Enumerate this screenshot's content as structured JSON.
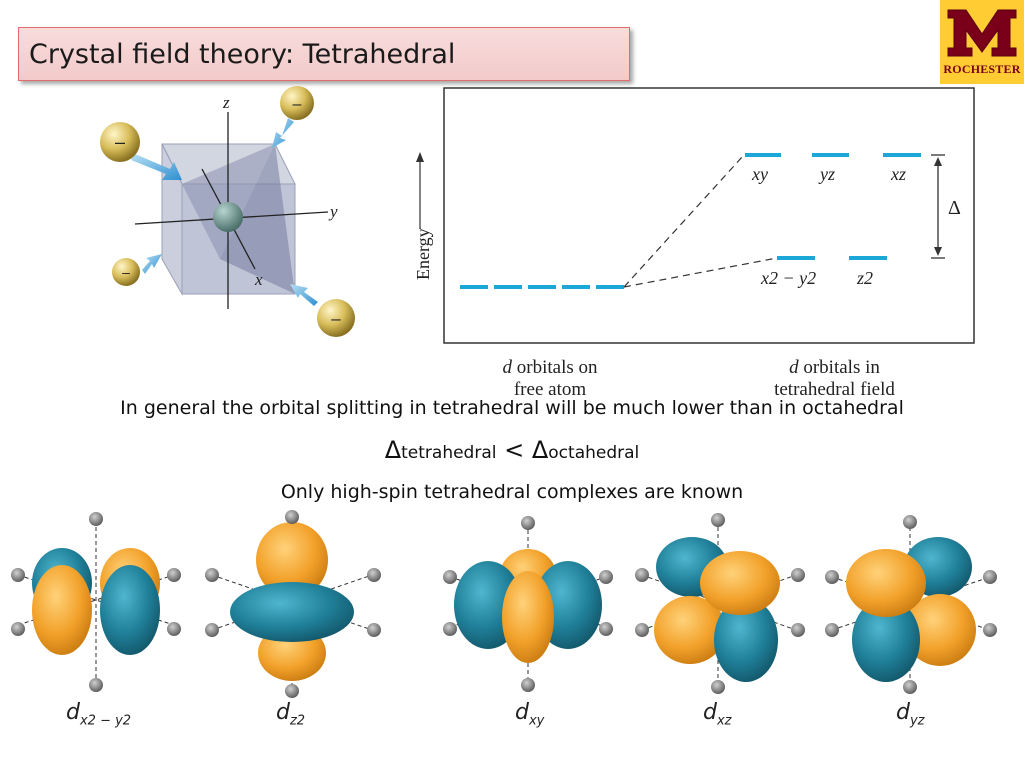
{
  "title": "Crystal field theory: Tetrahedral",
  "logo": {
    "text": "ROCHESTER",
    "brand_color": "#7a0019",
    "bg_color": "#ffcc33"
  },
  "tetrahedron": {
    "axis_z": "z",
    "axis_y": "y",
    "axis_x": "x",
    "ligand_charge": "–"
  },
  "energy_diagram": {
    "energy_label": "Energy",
    "upper_levels": [
      "xy",
      "yz",
      "xz"
    ],
    "lower_levels": [
      "x2 − y2",
      "z2"
    ],
    "delta": "Δ",
    "caption_left_d": "d",
    "caption_left_rest": " orbitals on",
    "caption_left_line2": "free atom",
    "caption_right_d": "d",
    "caption_right_rest": " orbitals in",
    "caption_right_line2": "tetrahedral field",
    "level_color": "#1ba7d8"
  },
  "text": {
    "line1": "In general the orbital splitting in tetrahedral will be much lower than in octahedral",
    "delta_symbol": "Δ",
    "sub_tet": "tetrahedral",
    "lt": " < ",
    "sub_oct": "octahedral",
    "line3": "Only high-spin tetrahedral complexes are known"
  },
  "orbitals": {
    "labels": [
      {
        "base": "d",
        "sub": "x2 − y2"
      },
      {
        "base": "d",
        "sub": "z2"
      },
      {
        "base": "d",
        "sub": "xy"
      },
      {
        "base": "d",
        "sub": "xz"
      },
      {
        "base": "d",
        "sub": "yz"
      }
    ],
    "orange": "#f2a12a",
    "teal": "#1f7e97"
  }
}
